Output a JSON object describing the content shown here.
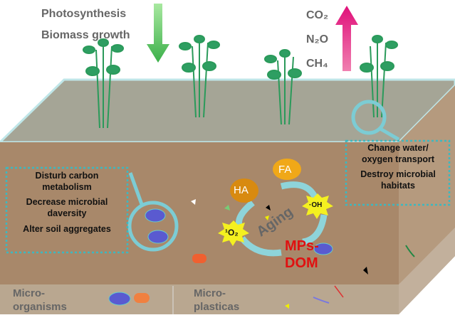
{
  "top_left": {
    "line1": "Photosynthesis",
    "line2": "Biomass growth"
  },
  "gases": {
    "co2": "CO₂",
    "n2o": "N₂O",
    "ch4": "CH₄"
  },
  "right_box": {
    "line1": "Change water/",
    "line2": "oxygen transport",
    "line3": "Destroy microbial",
    "line4": "habitats"
  },
  "left_box": {
    "line1": "Disturb carbon",
    "line2": "metabolism",
    "line3": "Decrease microbial",
    "line4": "daversity",
    "line5": "Alter soil aggregates"
  },
  "center": {
    "ha": "HA",
    "fa": "FA",
    "oh": "·OH",
    "o2": "¹O₂",
    "aging": "Aging",
    "mps1": "MPs-",
    "mps2": "DOM"
  },
  "legend": {
    "micro1": "Micro-",
    "micro1b": "organisms",
    "micro2": "Micro-",
    "micro2b": "plasticas"
  },
  "colors": {
    "soil": "#a8896a",
    "top": "#a3a394",
    "box_border": "#3cb8c0",
    "arrow_green": "#55cc55",
    "arrow_pink": "#d0105a",
    "microbe": "#5a5ad0"
  }
}
